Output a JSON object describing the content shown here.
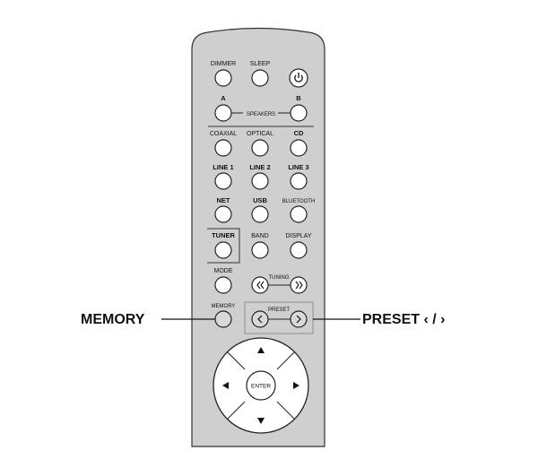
{
  "remote": {
    "body_color": "#cfcfcf",
    "top": {
      "dimmer": "DIMMER",
      "sleep": "SLEEP",
      "power": "power-icon",
      "a": "A",
      "b": "B",
      "speakers": "SPEAKERS"
    },
    "inputs": {
      "coaxial": "COAXIAL",
      "optical": "OPTICAL",
      "cd": "CD",
      "line1": "LINE 1",
      "line2": "LINE 2",
      "line3": "LINE 3",
      "net": "NET",
      "usb": "USB",
      "bluetooth": "BLUETOOTH",
      "tuner": "TUNER",
      "band": "BAND",
      "display": "DISPLAY"
    },
    "tuning": {
      "mode": "MODE",
      "tuning": "TUNING",
      "memory": "MEMORY",
      "preset": "PRESET"
    },
    "nav": {
      "enter": "ENTER"
    }
  },
  "callouts": {
    "memory": "MEMORY",
    "preset": "PRESET ‹ / ›"
  }
}
